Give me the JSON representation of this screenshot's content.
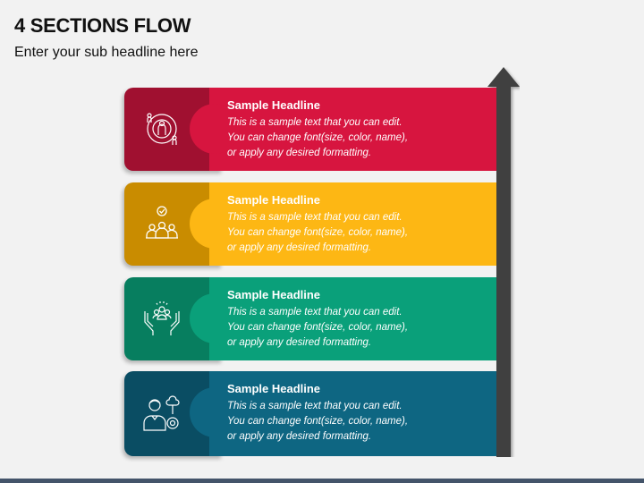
{
  "header": {
    "title": "4 SECTIONS FLOW",
    "subtitle": "Enter your sub headline here"
  },
  "colors": {
    "arrow": "#404040",
    "bottom_bar": "#44546a",
    "background": "#f2f2f2"
  },
  "sections": [
    {
      "headline": "Sample Headline",
      "line1": "This is a sample text that you can edit.",
      "line2": "You can change font(size, color, name),",
      "line3": "or apply any desired formatting.",
      "icon": "person-cycle-icon",
      "main_color": "#d7153f",
      "tab_color": "#a01030"
    },
    {
      "headline": "Sample Headline",
      "line1": "This is a sample text that you can edit.",
      "line2": "You can change font(size, color, name),",
      "line3": "or apply any desired formatting.",
      "icon": "team-check-icon",
      "main_color": "#fdb714",
      "tab_color": "#c98c00"
    },
    {
      "headline": "Sample Headline",
      "line1": "This is a sample text that you can edit.",
      "line2": "You can change font(size, color, name),",
      "line3": "or apply any desired formatting.",
      "icon": "hands-team-icon",
      "main_color": "#0aa07a",
      "tab_color": "#077e5f"
    },
    {
      "headline": "Sample Headline",
      "line1": "This is a sample text that you can edit.",
      "line2": "You can change font(size, color, name),",
      "line3": "or apply any desired formatting.",
      "icon": "person-cloud-gear-icon",
      "main_color": "#0e6682",
      "tab_color": "#0a4d63"
    }
  ]
}
